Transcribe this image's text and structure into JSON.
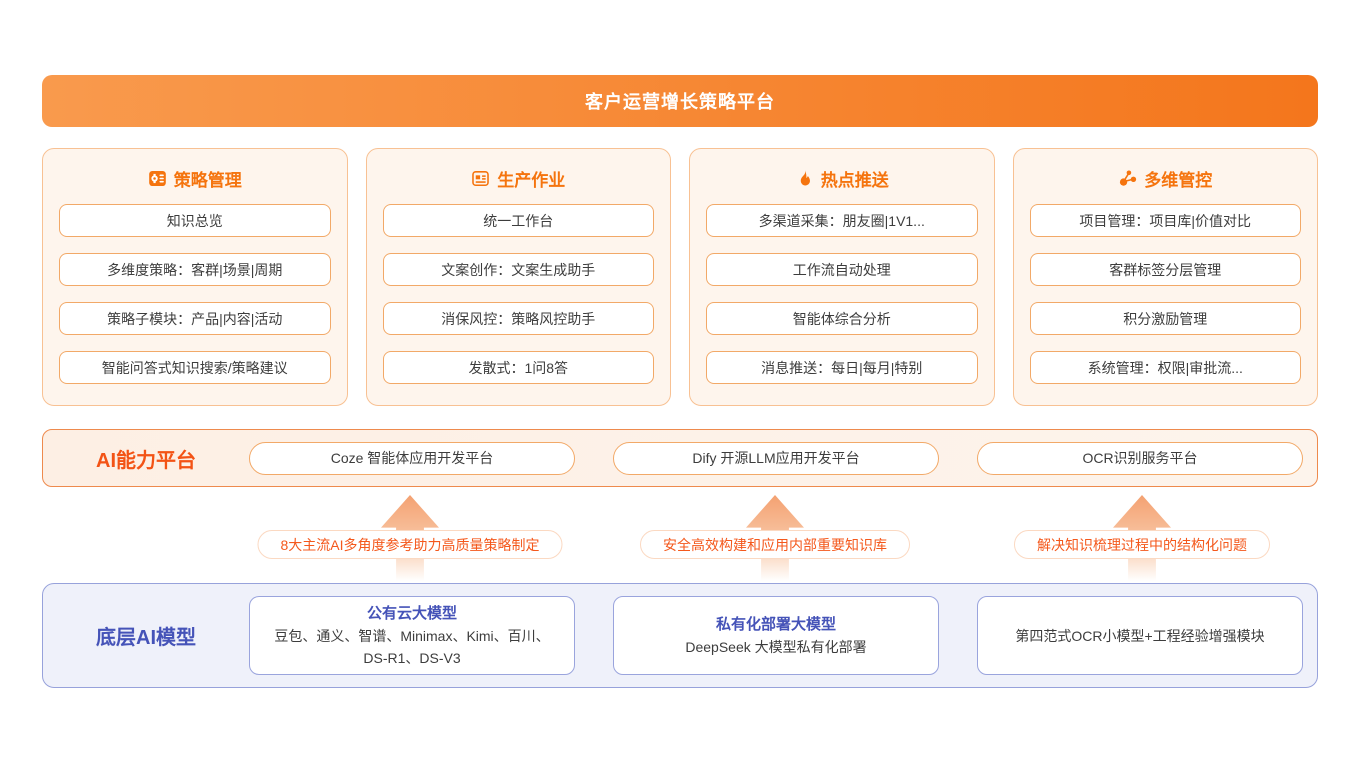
{
  "banner": {
    "title": "客户运营增长策略平台"
  },
  "columns": [
    {
      "title": "策略管理",
      "icon": "gear-list-icon",
      "items": [
        "知识总览",
        "多维度策略：客群|场景|周期",
        "策略子模块：产品|内容|活动",
        "智能问答式知识搜索/策略建议"
      ]
    },
    {
      "title": "生产作业",
      "icon": "workbench-icon",
      "items": [
        "统一工作台",
        "文案创作：文案生成助手",
        "消保风控：策略风控助手",
        "发散式：1问8答"
      ]
    },
    {
      "title": "热点推送",
      "icon": "flame-icon",
      "items": [
        "多渠道采集：朋友圈|1V1...",
        "工作流自动处理",
        "智能体综合分析",
        "消息推送：每日|每月|特别"
      ]
    },
    {
      "title": "多维管控",
      "icon": "network-icon",
      "items": [
        "项目管理：项目库|价值对比",
        "客群标签分层管理",
        "积分激励管理",
        "系统管理：权限|审批流..."
      ]
    }
  ],
  "ai_platform_row": {
    "label": "AI能力平台",
    "platforms": [
      "Coze 智能体应用开发平台",
      "Dify 开源LLM应用开发平台",
      "OCR识别服务平台"
    ]
  },
  "arrow_notes": [
    "8大主流AI多角度参考助力高质量策略制定",
    "安全高效构建和应用内部重要知识库",
    "解决知识梳理过程中的结构化问题"
  ],
  "base_model_row": {
    "label": "底层AI模型",
    "cards": [
      {
        "title": "公有云大模型",
        "body": "豆包、通义、智谱、Minimax、Kimi、百川、DS-R1、DS-V3"
      },
      {
        "title": "私有化部署大模型",
        "body": "DeepSeek 大模型私有化部署"
      },
      {
        "title": "",
        "body": "第四范式OCR小模型+工程经验增强模块"
      }
    ]
  },
  "colors": {
    "accent_orange": "#f5740e",
    "deep_orange": "#f35315",
    "banner_gradient_start": "#f99a4d",
    "banner_gradient_end": "#f4761c",
    "panel_bg": "#fef5ed",
    "panel_border": "#f8c193",
    "item_border": "#f2a968",
    "arrow_fill": "#f4a171",
    "note_text": "#f4581c",
    "blue": "#4553b8",
    "bottom_bg": "#eff1fa",
    "bottom_border": "#97a2db"
  }
}
